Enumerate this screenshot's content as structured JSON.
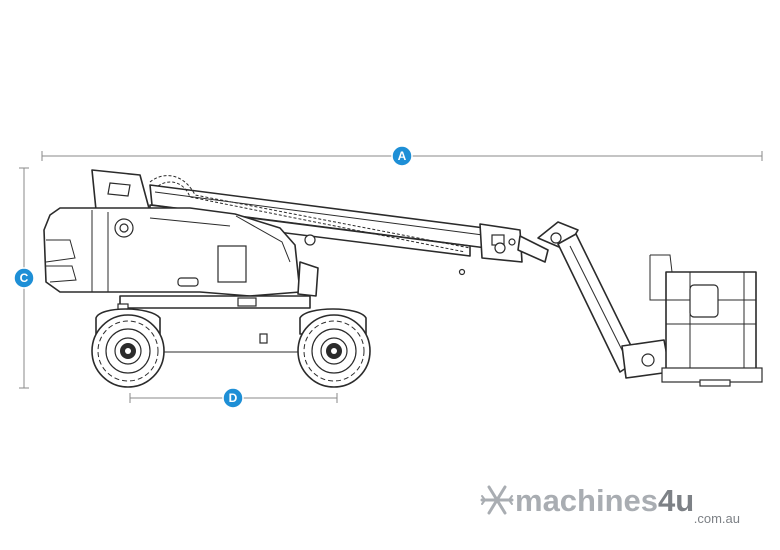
{
  "dimensions": {
    "labels": {
      "a": "A",
      "c": "C",
      "d": "D"
    }
  },
  "logo": {
    "name_main": "machines",
    "name_accent": "4u",
    "domain": ".com.au",
    "colors": {
      "main": "#a9adb2",
      "accent": "#7d8186"
    }
  },
  "colors": {
    "badge": "#1e8fd6",
    "dimension_line": "#8a8a8a",
    "outline": "#2b2b2b"
  }
}
